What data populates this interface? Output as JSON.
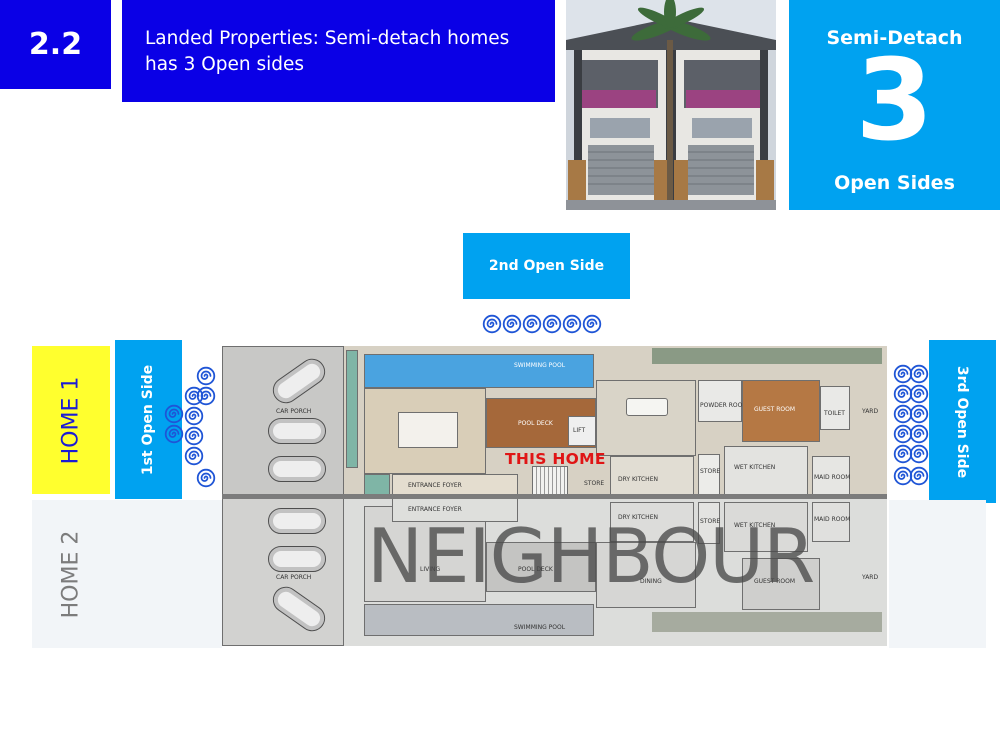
{
  "header": {
    "section_number": "2.2",
    "title": "Landed Properties: Semi-detach homes has 3 Open sides"
  },
  "badge": {
    "top_label": "Semi-Detach",
    "number": "3",
    "bottom_label": "Open Sides"
  },
  "open_sides": {
    "first": "1st Open Side",
    "second": "2nd Open Side",
    "third": "3rd Open Side"
  },
  "homes": {
    "home1": "HOME 1",
    "home2": "HOME 2"
  },
  "plan": {
    "this_home": "THIS HOME",
    "neighbour": "NEIGHBOUR",
    "room_labels": {
      "swimming_pool": "SWIMMING POOL",
      "living": "LIVING",
      "pool_deck": "POOL DECK",
      "dining": "DINING",
      "powder_room": "POWDER ROOM",
      "guest_room": "GUEST ROOM",
      "toilet": "TOILET",
      "yard": "YARD",
      "lift": "LIFT",
      "car_porch": "CAR PORCH",
      "entrance_foyer": "ENTRANCE FOYER",
      "store": "STORE",
      "dry_kitchen": "DRY KITCHEN",
      "wet_kitchen": "WET KITCHEN",
      "maid_room": "MAID ROOM"
    }
  },
  "colors": {
    "primary_blue": "#0a00e6",
    "accent_cyan": "#00a2f0",
    "home1_yellow": "#ffff2e",
    "this_home_red": "#e01515",
    "wind_icon": "#1f55d6"
  },
  "icons": {
    "wind": "spiral-wind-icon"
  }
}
